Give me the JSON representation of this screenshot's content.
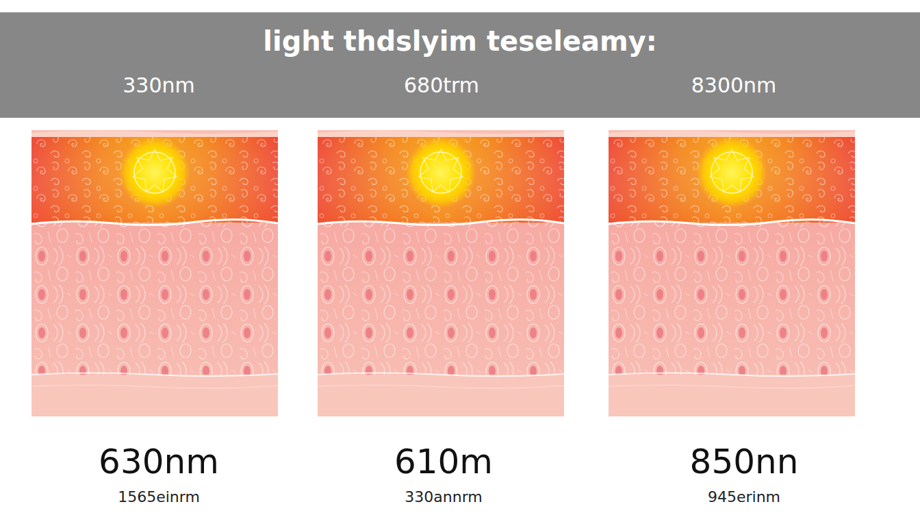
{
  "diagram": {
    "title": "light thdslyim teseleamy:",
    "labels": [
      "330nm",
      "680trm",
      "8300nm",
      "630nm",
      "1565einrm",
      "610m",
      "330annrm",
      "850nn",
      "945erinm"
    ]
  }
}
